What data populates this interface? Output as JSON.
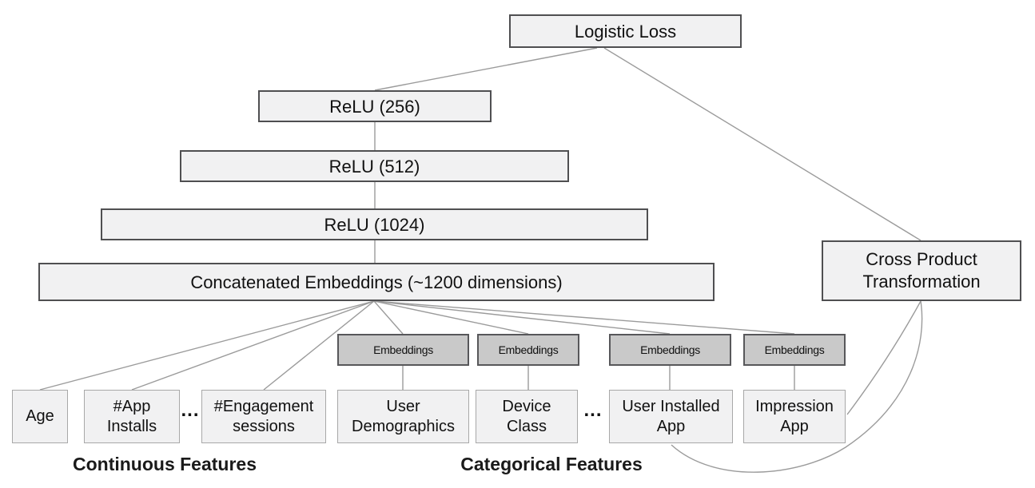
{
  "figure": {
    "description_label": "wide-and-deep-model-architecture",
    "nodes": {
      "logistic_loss": "Logistic Loss",
      "relu_256": "ReLU (256)",
      "relu_512": "ReLU (512)",
      "relu_1024": "ReLU (1024)",
      "concatenated_embeddings": "Concatenated Embeddings (~1200 dimensions)",
      "cross_product_transformation": "Cross Product\nTransformation",
      "embeddings_labels": [
        "Embeddings",
        "Embeddings",
        "Embeddings",
        "Embeddings"
      ],
      "continuous_inputs": [
        "Age",
        "#App\nInstalls",
        "#Engagement\nsessions"
      ],
      "categorical_inputs": [
        "User\nDemographics",
        "Device\nClass",
        "User Installed\nApp",
        "Impression\nApp"
      ]
    },
    "ellipsis": {
      "continuous": "...",
      "categorical": "..."
    },
    "group_labels": {
      "continuous": "Continuous Features",
      "categorical": "Categorical Features"
    },
    "colors": {
      "node_fill": "#f1f1f2",
      "embedding_fill": "#c9c9c9",
      "border_dark": "#4f4f51",
      "border_light": "#a8a8a8",
      "connector_line": "#9b9b9b",
      "background": "#ffffff",
      "text": "#111111"
    }
  }
}
